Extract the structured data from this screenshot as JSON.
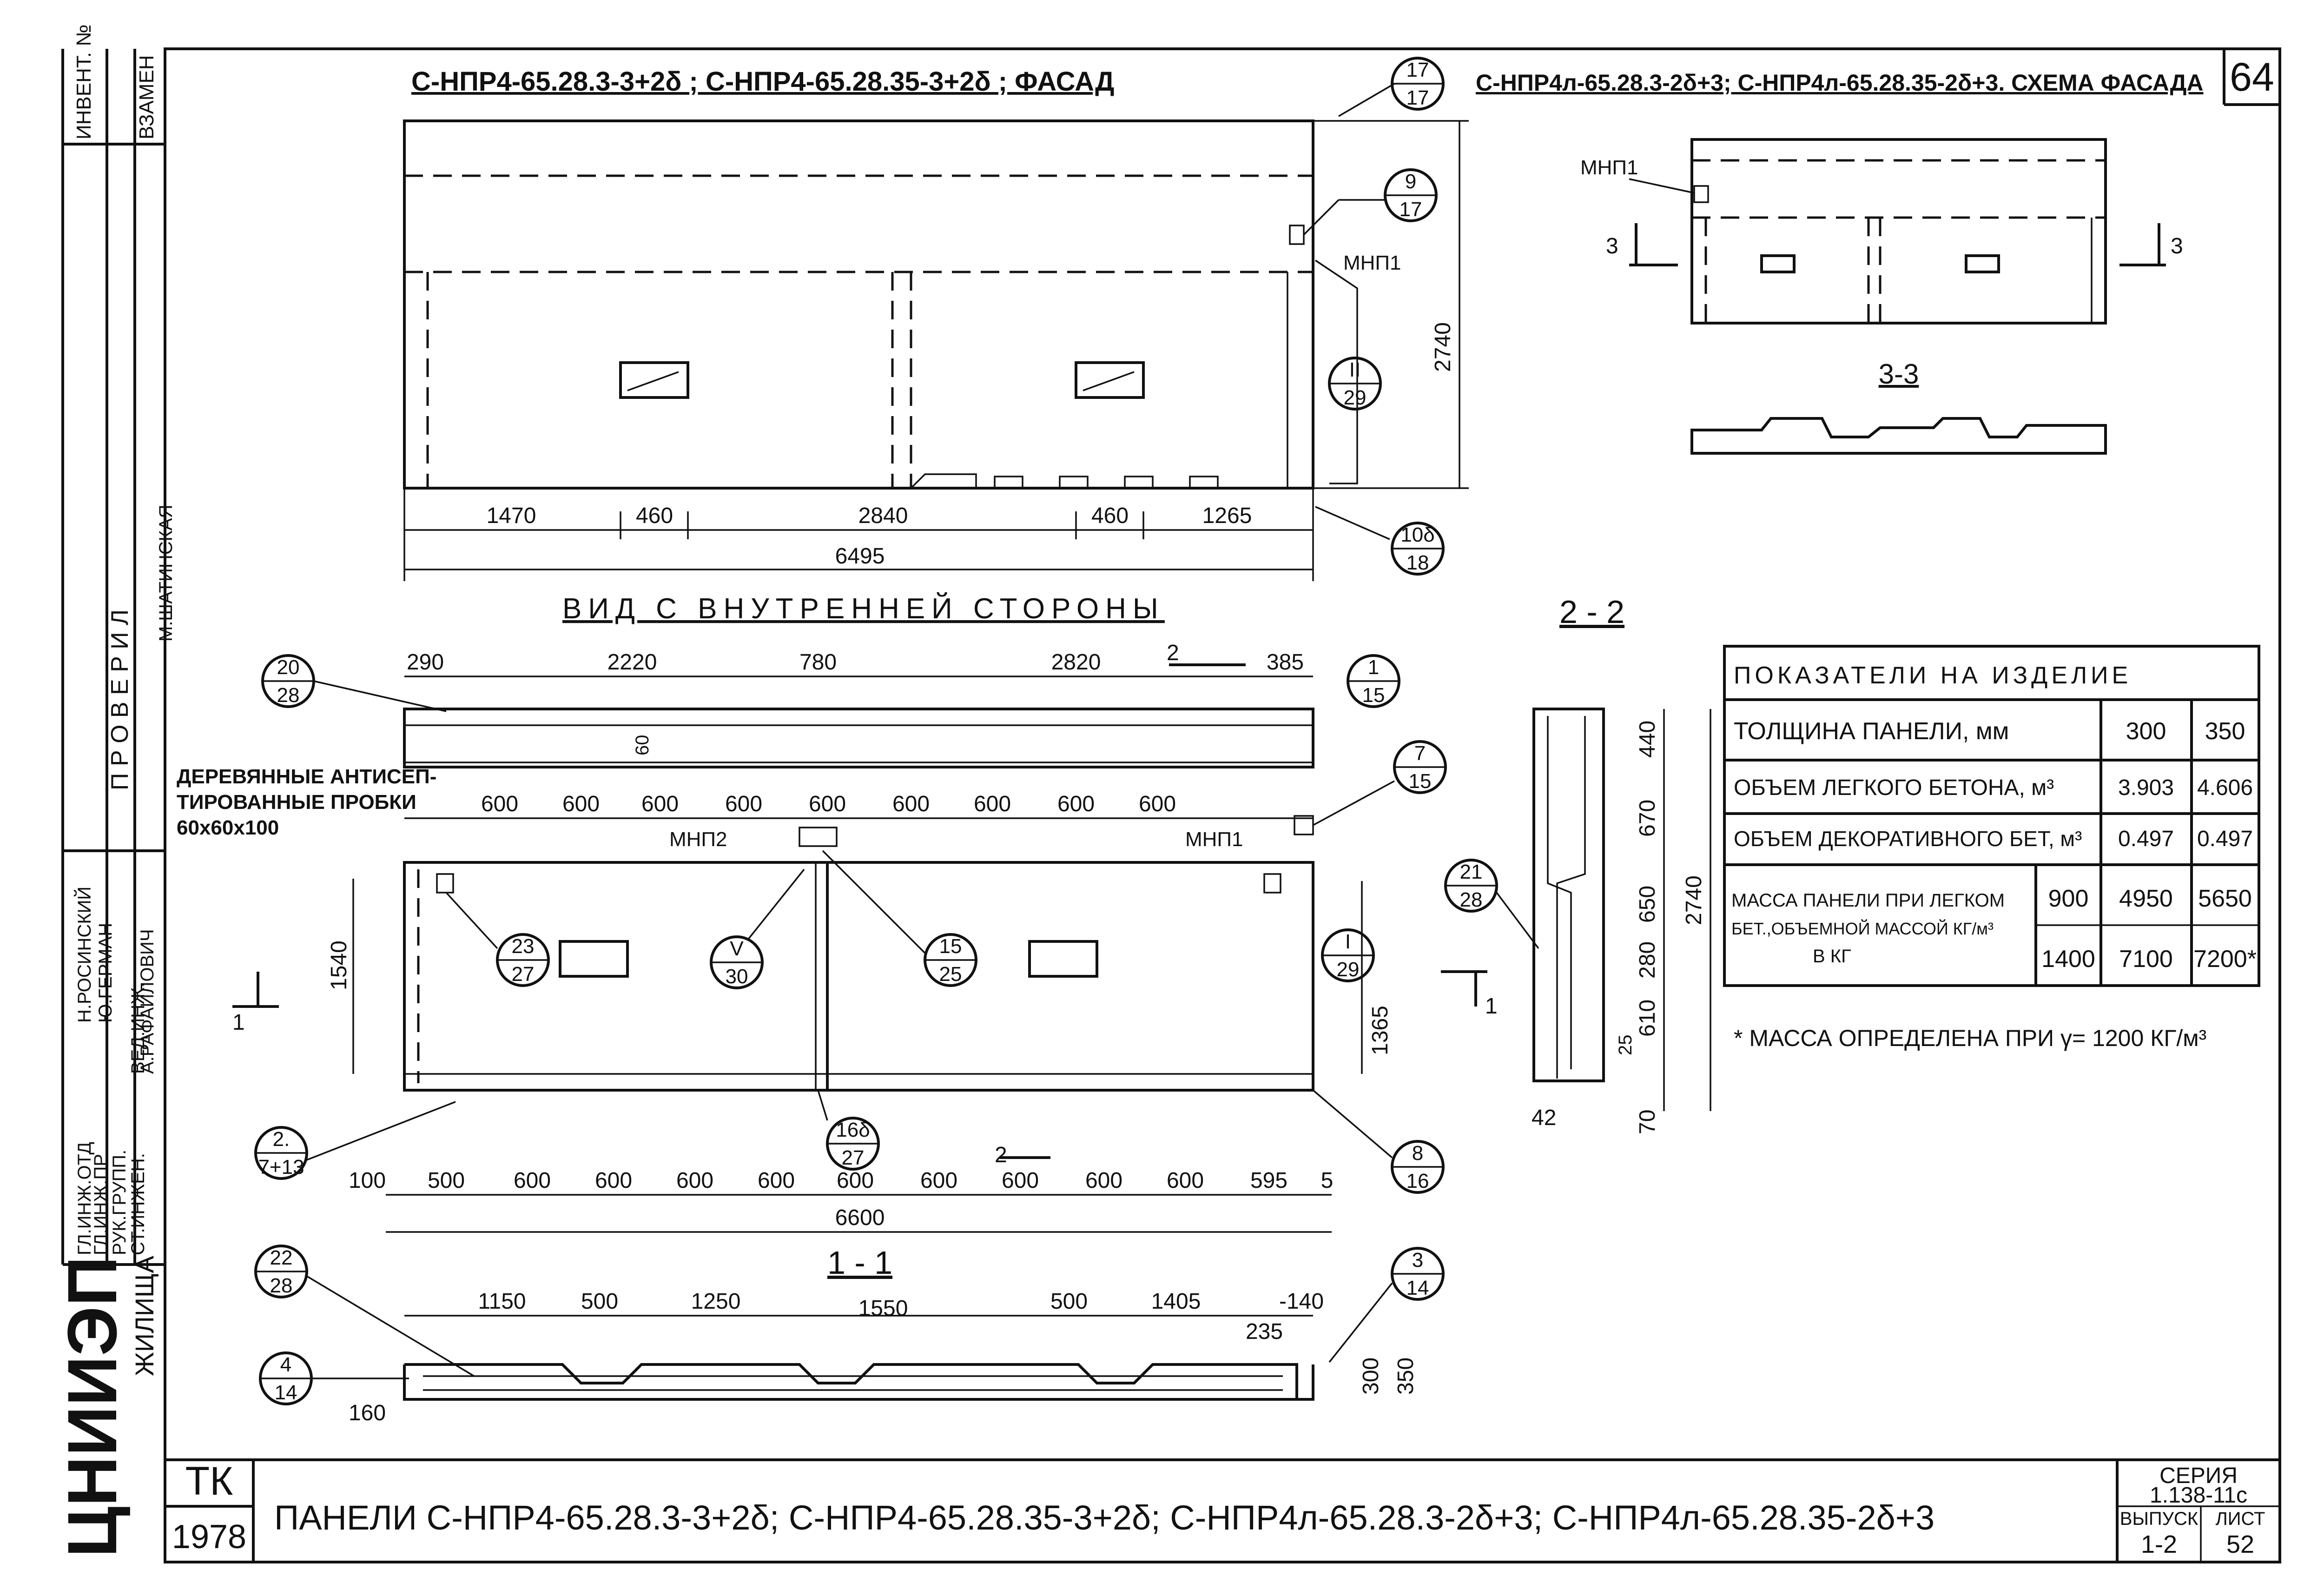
{
  "sheet": {
    "sheet_number": "64",
    "title": "ПАНЕЛИ С-НПР4-65.28.3-3+2δ; С-НПР4-65.28.35-3+2δ; С-НПР4л-65.28.3-2δ+3; С-НПР4л-65.28.35-2δ+3",
    "tk": "ТК",
    "year": "1978",
    "series_label": "СЕРИЯ",
    "series": "1.138-11с",
    "vypusk_label": "ВЫПУСК",
    "vypusk": "1-2",
    "list_label": "ЛИСТ",
    "list": "52",
    "org": "ЦНИИЭП",
    "org_sub": "ЖИЛИЩА"
  },
  "side_stamp": {
    "invent": "ИНВЕНТ. №",
    "vzamen": "ВЗАМЕН",
    "proveril": "П Р О В Е Р И Л",
    "roles": [
      "ГЛ.ИНЖ.ОТД",
      "ГЛ.ИНЖ.ПР",
      "РУК.ГРУПП.",
      "СТ.ИНЖЕН.",
      "ВЕД.ИНЖ."
    ],
    "names": [
      "Н.РОСИНСКИЙ",
      "Ю.ГЕРМАН",
      "А.РАФАИЛОВИЧ",
      "М.ШАТИНСКАЯ"
    ]
  },
  "facade": {
    "title": "С-НПР4-65.28.3-3+2δ ; С-НПР4-65.28.35-3+2δ ; ФАСАД",
    "dims": [
      "1470",
      "460",
      "2840",
      "460",
      "1265"
    ],
    "total": "6495",
    "height": "2740",
    "mnp1": "МНП1",
    "callouts": [
      {
        "top": "17",
        "bottom": "17"
      },
      {
        "top": "9",
        "bottom": "17"
      },
      {
        "top": "II",
        "bottom": "29"
      },
      {
        "top": "10δ",
        "bottom": "18"
      }
    ]
  },
  "scheme": {
    "title": "С-НПР4л-65.28.3-2δ+3; С-НПР4л-65.28.35-2δ+3. СХЕМА ФАСАДА",
    "mnp1": "МНП1",
    "cut_left": "3",
    "cut_right": "3",
    "section_title": "3-3"
  },
  "inner": {
    "title": "ВИД С ВНУТРЕННЕЙ СТОРОНЫ",
    "top_dims": [
      "290",
      "2220",
      "780",
      "2820",
      "385"
    ],
    "plug_dims": [
      "600",
      "600",
      "600",
      "600",
      "600",
      "600",
      "600",
      "600",
      "600"
    ],
    "plug_note_1": "ДЕРЕВЯННЫЕ АНТИСЕП-",
    "plug_note_2": "ТИРОВАННЫЕ ПРОБКИ",
    "plug_note_3": "60x60x100",
    "dim_60": "60",
    "mnp2": "МНП2",
    "mnp1": "МНП1",
    "height_left": "1540",
    "height_right": "1365",
    "bottom_dims": [
      "100",
      "500",
      "600",
      "600",
      "600",
      "600",
      "600",
      "600",
      "600",
      "600",
      "600",
      "595",
      "5"
    ],
    "bottom_total": "6600",
    "cut_1": "1",
    "cut_2": "2",
    "callouts": [
      {
        "top": "20",
        "bottom": "28"
      },
      {
        "top": "1",
        "bottom": "15"
      },
      {
        "top": "7",
        "bottom": "15"
      },
      {
        "top": "23",
        "bottom": "27"
      },
      {
        "top": "V",
        "bottom": "30"
      },
      {
        "top": "15",
        "bottom": "25"
      },
      {
        "top": "I",
        "bottom": "29"
      },
      {
        "top": "2.",
        "bottom": "7+13"
      },
      {
        "top": "16δ",
        "bottom": "27"
      },
      {
        "top": "8",
        "bottom": "16"
      }
    ]
  },
  "section22": {
    "title": "2 - 2",
    "dims": [
      "440",
      "670",
      "650",
      "280",
      "610",
      "25",
      "70"
    ],
    "total": "2740",
    "width": "42",
    "callout": {
      "top": "21",
      "bottom": "28"
    }
  },
  "section11": {
    "title": "1 - 1",
    "dims": [
      "1150",
      "500",
      "1250",
      "1550",
      "500",
      "1405",
      "-140",
      "235",
      "160"
    ],
    "thick": [
      "300",
      "350"
    ],
    "callouts": [
      {
        "top": "22",
        "bottom": "28"
      },
      {
        "top": "3",
        "bottom": "14"
      },
      {
        "top": "4",
        "bottom": "14"
      }
    ]
  },
  "table": {
    "title": "ПОКАЗАТЕЛИ НА ИЗДЕЛИЕ",
    "rows": [
      {
        "label": "ТОЛЩИНА ПАНЕЛИ, мм",
        "sub": "",
        "c300": "300",
        "c350": "350"
      },
      {
        "label": "ОБЪЕМ ЛЕГКОГО БЕТОНА, м³",
        "sub": "",
        "c300": "3.903",
        "c350": "4.606"
      },
      {
        "label": "ОБЪЕМ ДЕКОРАТИВНОГО БЕТ, м³",
        "sub": "",
        "c300": "0.497",
        "c350": "0.497"
      }
    ],
    "mass_label_1": "МАССА ПАНЕЛИ ПРИ ЛЕГКОМ",
    "mass_label_2": "БЕТ.,ОБЪЕМНОЙ МАССОЙ КГ/м³",
    "mass_label_3": "В КГ",
    "mass_rows": [
      {
        "density": "900",
        "c300": "4950",
        "c350": "5650"
      },
      {
        "density": "1400",
        "c300": "7100",
        "c350": "7200*"
      }
    ],
    "footnote": "* МАССА ОПРЕДЕЛЕНА ПРИ γ= 1200 КГ/м³"
  }
}
